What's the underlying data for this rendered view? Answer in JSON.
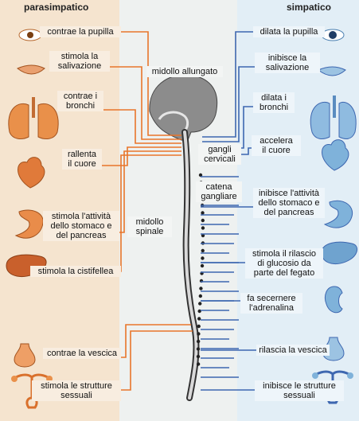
{
  "headers": {
    "left": "parasimpatico",
    "right": "simpatico"
  },
  "center": {
    "brainstem": "midollo allungato",
    "cervical_ganglia": "gangli\ncervicali",
    "ganglion_chain": "catena\ngangliare",
    "spinal_cord": "midollo\nspinale"
  },
  "parasympathetic": [
    "contrae la pupilla",
    "stimola la\nsalivazione",
    "contrae i\nbronchi",
    "rallenta\nil cuore",
    "stimola l'attività\ndello stomaco e\ndel pancreas",
    "stimola la cistifellea",
    "contrae la vescica",
    "stimola le strutture\nsessuali"
  ],
  "sympathetic": [
    "dilata la pupilla",
    "inibisce la\nsalivazione",
    "dilata i\nbronchi",
    "accelera\nil cuore",
    "inibisce l'attività\ndello stomaco e\ndel pancreas",
    "stimola il rilascio\ndi glucosio da\nparte del fegato",
    "fa secernere\nl'adrenalina",
    "rilascia la vescica",
    "inibisce le strutture\nsessuali"
  ],
  "colors": {
    "parasympathetic": "#e8752a",
    "sympathetic": "#3d67b0",
    "organ_left": "#e9904a",
    "organ_right": "#7fb2da"
  },
  "icons": [
    "eye-icon",
    "mouth-icon",
    "lungs-icon",
    "heart-icon",
    "stomach-icon",
    "liver-icon",
    "kidney-icon",
    "bladder-icon",
    "uterus-icon"
  ]
}
